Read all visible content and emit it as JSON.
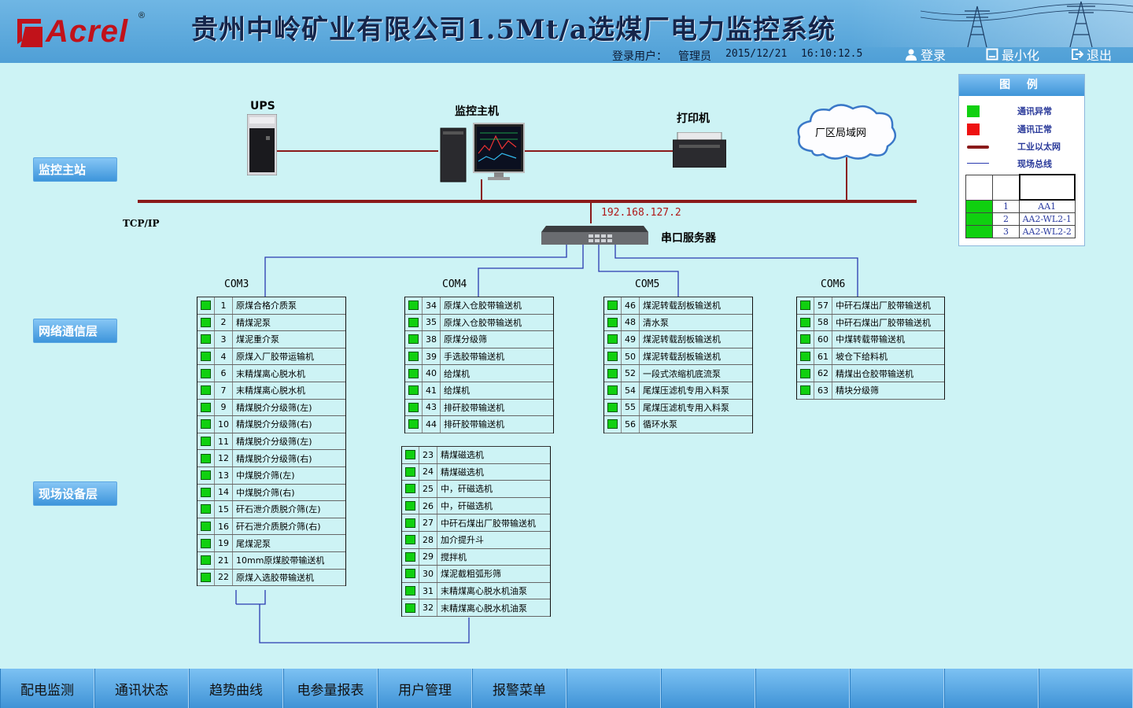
{
  "header": {
    "logo_text": "Acrel",
    "logo_reg": "®",
    "title": "贵州中岭矿业有限公司1.5Mt/a选煤厂电力监控系统",
    "user_label": "登录用户：",
    "user_name": "管理员",
    "date": "2015/12/21",
    "time": "16:10:12.5",
    "login_label": "登录",
    "minimize_label": "最小化",
    "exit_label": "退出"
  },
  "layers": {
    "master": "监控主站",
    "network": "网络通信层",
    "field": "现场设备层"
  },
  "devices": {
    "ups": "UPS",
    "host": "监控主机",
    "printer": "打印机",
    "lan": "厂区局域网",
    "serial_server": "串口服务器",
    "ip": "192.168.127.2",
    "tcp": "TCP/IP"
  },
  "coms": [
    {
      "label": "COM3",
      "rows": [
        {
          "num": "1",
          "name": "原煤合格介质泵"
        },
        {
          "num": "2",
          "name": "精煤泥泵"
        },
        {
          "num": "3",
          "name": "煤泥重介泵"
        },
        {
          "num": "4",
          "name": "原煤入厂胶带运输机"
        },
        {
          "num": "6",
          "name": "末精煤离心脱水机"
        },
        {
          "num": "7",
          "name": "末精煤离心脱水机"
        },
        {
          "num": "9",
          "name": "精煤脱介分级筛(左)"
        },
        {
          "num": "10",
          "name": "精煤脱介分级筛(右)"
        },
        {
          "num": "11",
          "name": "精煤脱介分级筛(左)"
        },
        {
          "num": "12",
          "name": "精煤脱介分级筛(右)"
        },
        {
          "num": "13",
          "name": "中煤脱介筛(左)"
        },
        {
          "num": "14",
          "name": "中煤脱介筛(右)"
        },
        {
          "num": "15",
          "name": "矸石泄介质脱介筛(左)"
        },
        {
          "num": "16",
          "name": "矸石泄介质脱介筛(右)"
        },
        {
          "num": "19",
          "name": "尾煤泥泵"
        },
        {
          "num": "21",
          "name": "10mm原煤胶带输送机"
        },
        {
          "num": "22",
          "name": "原煤入选胶带输送机"
        }
      ]
    },
    {
      "label": "COM4",
      "rows": [
        {
          "num": "34",
          "name": "原煤入仓胶带输送机"
        },
        {
          "num": "35",
          "name": "原煤入仓胶带输送机"
        },
        {
          "num": "38",
          "name": "原煤分级筛"
        },
        {
          "num": "39",
          "name": "手选胶带输送机"
        },
        {
          "num": "40",
          "name": "给煤机"
        },
        {
          "num": "41",
          "name": "给煤机"
        },
        {
          "num": "43",
          "name": "排矸胶带输送机"
        },
        {
          "num": "44",
          "name": "排矸胶带输送机"
        }
      ],
      "rows2": [
        {
          "num": "23",
          "name": "精煤磁选机"
        },
        {
          "num": "24",
          "name": "精煤磁选机"
        },
        {
          "num": "25",
          "name": "中，矸磁选机"
        },
        {
          "num": "26",
          "name": "中，矸磁选机"
        },
        {
          "num": "27",
          "name": "中矸石煤出厂胶带输送机"
        },
        {
          "num": "28",
          "name": "加介提升斗"
        },
        {
          "num": "29",
          "name": "搅拌机"
        },
        {
          "num": "30",
          "name": "煤泥截粗弧形筛"
        },
        {
          "num": "31",
          "name": "末精煤离心脱水机油泵"
        },
        {
          "num": "32",
          "name": "末精煤离心脱水机油泵"
        }
      ]
    },
    {
      "label": "COM5",
      "rows": [
        {
          "num": "46",
          "name": "煤泥转载刮板输送机"
        },
        {
          "num": "48",
          "name": "清水泵"
        },
        {
          "num": "49",
          "name": "煤泥转载刮板输送机"
        },
        {
          "num": "50",
          "name": "煤泥转载刮板输送机"
        },
        {
          "num": "52",
          "name": "一段式浓缩机底流泵"
        },
        {
          "num": "54",
          "name": "尾煤压滤机专用入料泵"
        },
        {
          "num": "55",
          "name": "尾煤压滤机专用入料泵"
        },
        {
          "num": "56",
          "name": "循环水泵"
        }
      ]
    },
    {
      "label": "COM6",
      "rows": [
        {
          "num": "57",
          "name": "中矸石煤出厂胶带输送机"
        },
        {
          "num": "58",
          "name": "中矸石煤出厂胶带输送机"
        },
        {
          "num": "60",
          "name": "中煤转载带输送机"
        },
        {
          "num": "61",
          "name": "坡仓下给料机"
        },
        {
          "num": "62",
          "name": "精煤出仓胶带输送机"
        },
        {
          "num": "63",
          "name": "精块分级筛"
        }
      ]
    }
  ],
  "legend": {
    "title": "图 例",
    "items": [
      {
        "label": "通讯异常",
        "color": "#10d010"
      },
      {
        "label": "通讯正常",
        "color": "#ee1111"
      },
      {
        "label": "工业以太网",
        "color": "#8a1a1a"
      },
      {
        "label": "现场总线",
        "color": "#2a3ab0"
      }
    ],
    "rows": [
      {
        "num": "1",
        "name": "AA1"
      },
      {
        "num": "2",
        "name": "AA2-WL2-1"
      },
      {
        "num": "3",
        "name": "AA2-WL2-2"
      }
    ]
  },
  "nav": [
    "配电监测",
    "通讯状态",
    "趋势曲线",
    "电参量报表",
    "用户管理",
    "报警菜单",
    "",
    "",
    "",
    "",
    "",
    ""
  ]
}
